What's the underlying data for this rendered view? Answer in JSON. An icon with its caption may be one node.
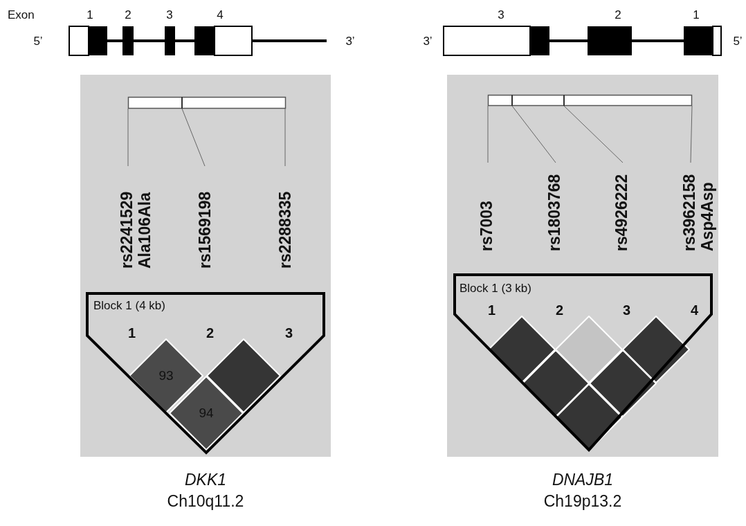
{
  "diagram": {
    "nodes": [
      {
        "text": [],
        "shape": "box",
        "beside": [
          "DKK1",
          "Ch10q11.2"
        ]
      },
      {
        "text": [],
        "shape": "bar",
        "in": 0
      },
      {
        "text": [
          "rs2241529 Ala106Ala"
        ],
        "in": 0
      },
      {
        "text": [
          "rs1569198"
        ],
        "in": 0
      },
      {
        "text": [
          "rs2288335"
        ],
        "in": 0
      },
      {
        "text": [
          "Block 1 (4 kb)",
          "1",
          "2",
          "3"
        ],
        "in": 0
      },
      {
        "text": [
          "93"
        ],
        "in": 5
      },
      {
        "text": [],
        "shape": "diamond",
        "in": 5
      },
      {
        "text": [
          "94"
        ],
        "in": 5
      },
      {
        "text": [],
        "shape": "box",
        "beside": [
          "DNAJB1",
          "Ch19p13.2"
        ]
      },
      {
        "text": [],
        "shape": "bar",
        "in": 9
      },
      {
        "text": [
          "rs7003"
        ],
        "in": 9
      },
      {
        "text": [
          "rs1803768"
        ],
        "in": 9
      },
      {
        "text": [
          "rs4926222"
        ],
        "in": 9
      },
      {
        "text": [
          "rs3962158 Asp4Asp"
        ],
        "in": 9
      },
      {
        "text": [
          "Block 1 (3 kb)",
          "1",
          "2",
          "3",
          "4"
        ],
        "in": 9
      },
      {
        "text": [],
        "shape": "diamond",
        "in": 15
      },
      {
        "text": [],
        "shape": "diamond",
        "in": 15
      },
      {
        "text": [],
        "shape": "diamond",
        "in": 15
      },
      {
        "text": [],
        "shape": "diamond",
        "in": 15
      },
      {
        "text": [],
        "shape": "diamond",
        "in": 15
      },
      {
        "text": [],
        "shape": "diamond",
        "in": 15
      }
    ],
    "edges": [
      {
        "from": 2,
        "to": 1,
        "arrow": "none"
      },
      {
        "from": 3,
        "to": 1,
        "arrow": "none"
      },
      {
        "from": 4,
        "to": 1,
        "arrow": "none"
      },
      {
        "from": 11,
        "to": 10,
        "arrow": "none"
      },
      {
        "from": 12,
        "to": 10,
        "arrow": "none"
      },
      {
        "from": 13,
        "to": 10,
        "arrow": "none"
      },
      {
        "from": 14,
        "to": 10,
        "arrow": "none"
      }
    ],
    "labels": [
      "Exon",
      "1",
      "2",
      "3",
      "4",
      "3",
      "2",
      "1",
      "5’",
      "3’",
      "3’",
      "5’"
    ]
  }
}
